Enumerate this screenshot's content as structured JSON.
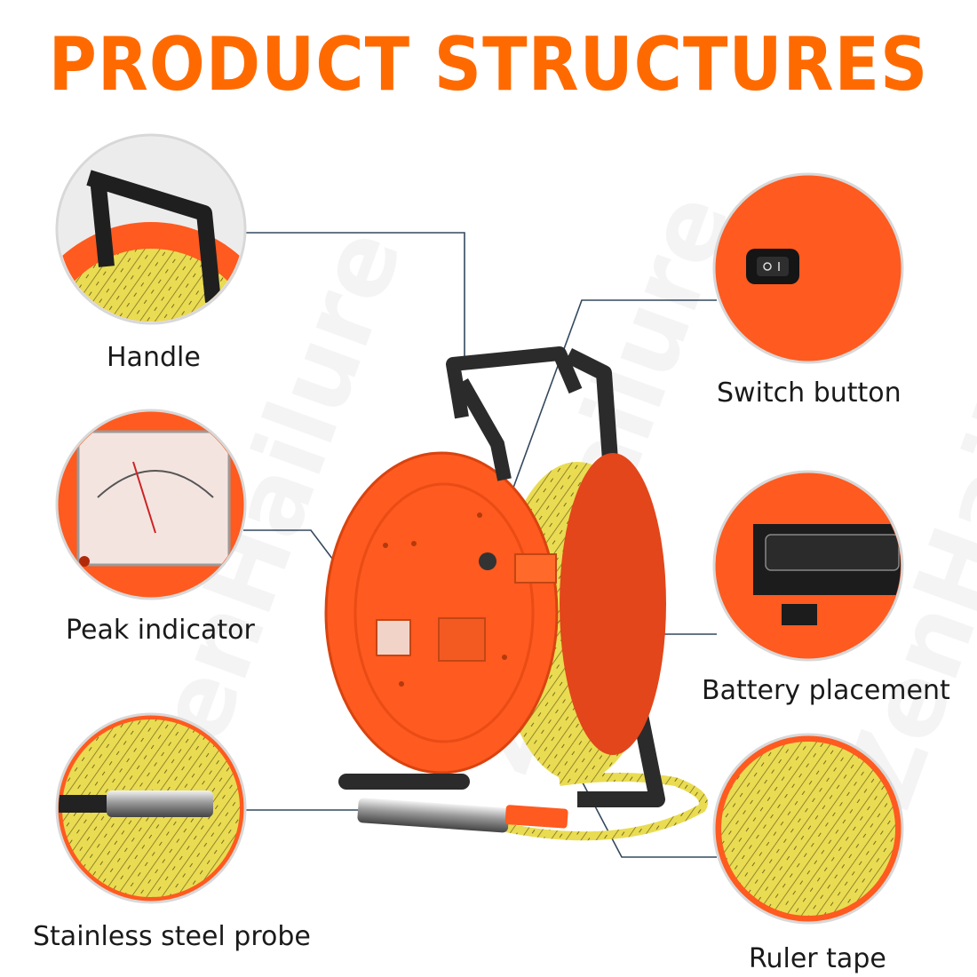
{
  "title": "PRODUCT STRUCTURES",
  "watermark": "ZenHailure",
  "labels": {
    "handle": "Handle",
    "switch_button": "Switch button",
    "peak_indicator": "Peak indicator",
    "battery_placement": "Battery placement",
    "probe": "Stainless steel probe",
    "ruler_tape": "Ruler tape"
  },
  "colors": {
    "title": "#ff6a00",
    "reel": "#ff5a1f",
    "frame": "#2b2b2b",
    "tape": "#e8d84a",
    "leader": "#34485e"
  }
}
